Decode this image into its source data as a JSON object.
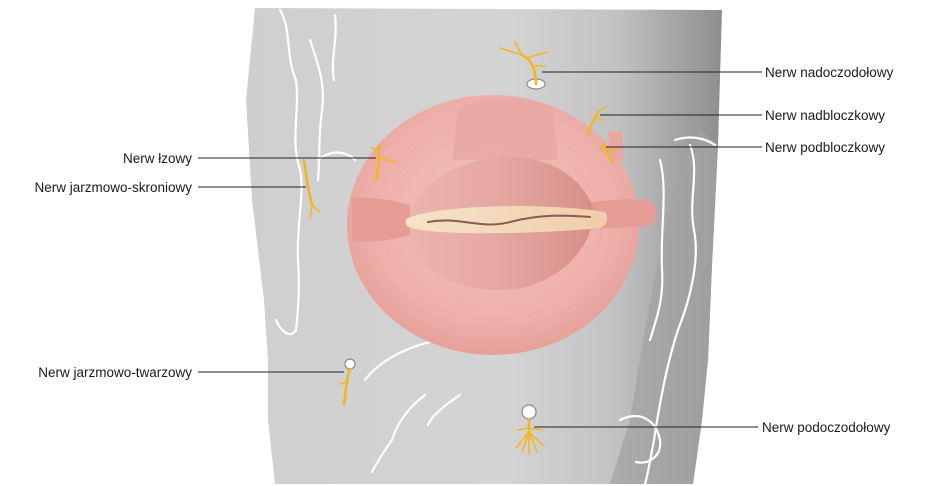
{
  "labels": {
    "supraorbital": "Nerw nadoczodołowy",
    "supratrochlear": "Nerw nadbloczkowy",
    "infratrochlear": "Nerw podbloczkowy",
    "lacrimal": "Nerw łzowy",
    "zygomaticotemporal": "Nerw jarzmowo-skroniowy",
    "zygomaticofacial": "Nerw jarzmowo-twarzowy",
    "infraorbital": "Nerw podoczodołowy"
  },
  "colors": {
    "skin": "#d2d2d2",
    "skin_shadow": "#9a9a9a",
    "muscle": "#eeb3ad",
    "muscle_dark": "#e39b94",
    "eyelid": "#e7aaa5",
    "nerve": "#f2b623",
    "lid_slit": "#f3dcc2",
    "lash_line": "#8a5a55"
  }
}
